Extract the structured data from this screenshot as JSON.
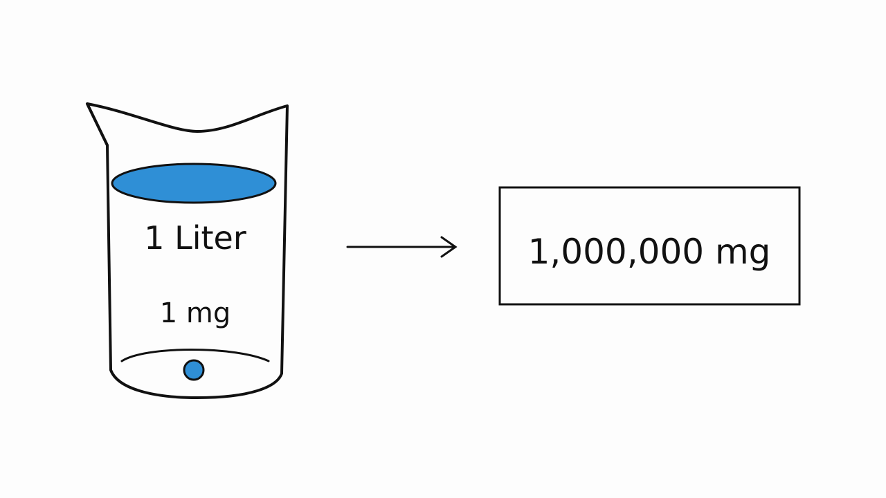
{
  "beaker": {
    "volume_label": "1 Liter",
    "mass_label": "1 mg"
  },
  "result": {
    "value_label": "1,000,000 mg"
  },
  "icons": {
    "arrow": "right-arrow-icon"
  },
  "colors": {
    "liquid": "#2f8fd6",
    "particle": "#2f8fd6",
    "stroke": "#111111",
    "background": "#fdfdfd"
  }
}
